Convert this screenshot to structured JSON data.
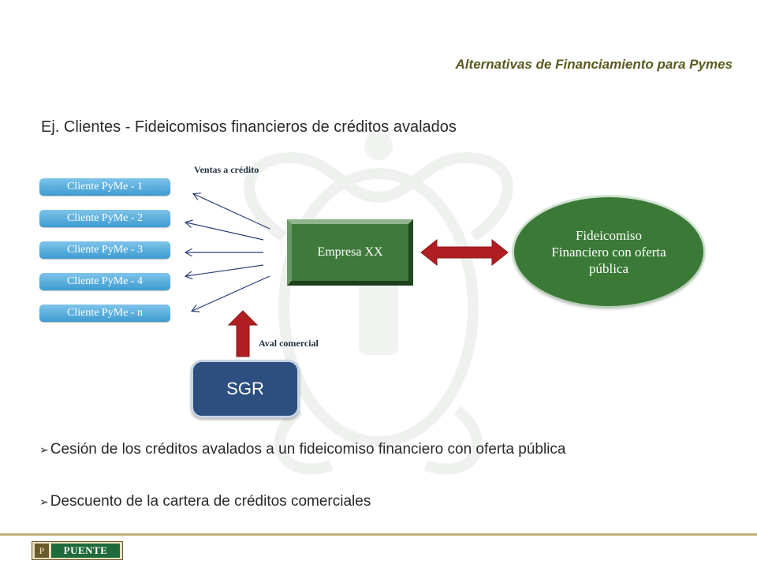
{
  "header": {
    "title": "Alternativas de Financiamiento para Pymes"
  },
  "subtitle": "Ej. Clientes - Fideicomisos financieros de créditos avalados",
  "diagram": {
    "clients": [
      "Cliente PyMe - 1",
      "Cliente PyMe - 2",
      "Cliente PyMe - 3",
      "Cliente PyMe - 4",
      "Cliente PyMe - n"
    ],
    "sales_label": "Ventas a crédito",
    "company": "Empresa XX",
    "trust": "Fideicomiso Financiero con oferta pública",
    "guarantee_label": "Aval comercial",
    "sgr": "SGR"
  },
  "bullets": [
    "Cesión de los créditos avalados a un fideicomiso financiero con oferta pública",
    "Descuento de la cartera de créditos comerciales"
  ],
  "footer": {
    "logo_text": "PUENTE",
    "logo_mark": "P"
  },
  "colors": {
    "green": "#3e7a3b",
    "blue_box": "#3d9bd0",
    "navy": "#2d4f80",
    "red_arrow": "#b01e22",
    "title_olive": "#5a5a1e"
  }
}
